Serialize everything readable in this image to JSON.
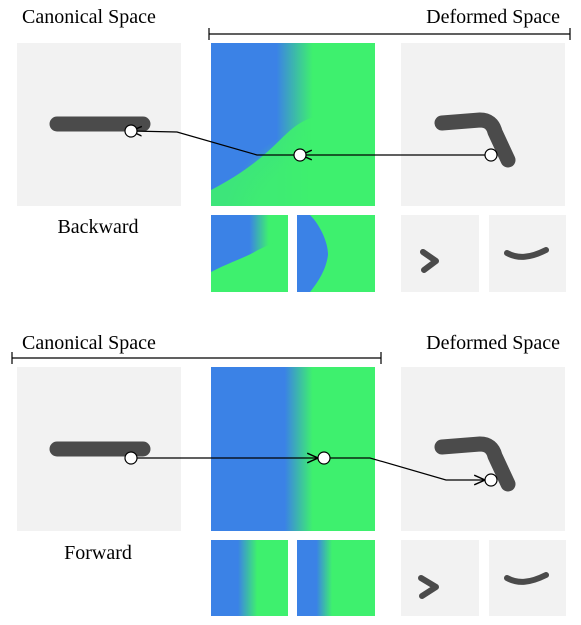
{
  "panels": [
    {
      "id": "backward",
      "labels": {
        "canonical": "Canonical Space",
        "deformed": "Deformed Space",
        "mode": "Backward"
      },
      "field_orientation": "green-right-with-blue-bulge-bottom-left"
    },
    {
      "id": "forward",
      "labels": {
        "canonical": "Canonical Space",
        "deformed": "Deformed Space",
        "mode": "Forward"
      },
      "field_orientation": "vertical-blue-left-green-right"
    }
  ],
  "colors": {
    "blue": "#3b82e6",
    "green": "#3ef06e",
    "panel_bg": "#f2f2f2",
    "stroke_shape": "#4b4b4b",
    "line": "#000000"
  }
}
